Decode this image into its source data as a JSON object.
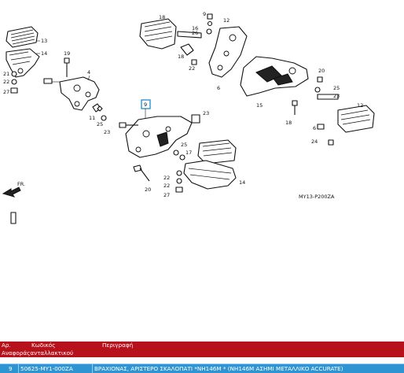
{
  "diagram": {
    "code": "MY13-P200ZA",
    "fr_label": "FR.",
    "callouts": [
      "13",
      "19",
      "21",
      "22",
      "27",
      "4",
      "11",
      "25",
      "23",
      "9",
      "18",
      "12",
      "26",
      "22",
      "18",
      "6",
      "15",
      "20",
      "25",
      "23",
      "17",
      "18",
      "23",
      "12",
      "6",
      "24",
      "22",
      "27",
      "20",
      "14",
      "16"
    ],
    "highlighted_callout": "9"
  },
  "table": {
    "header": {
      "col_no": "Αρ.",
      "col_code": "Κωδικός",
      "col_desc": "Περιγραφή",
      "sub_label": "Αναφοράςανταλλακτικού"
    },
    "rows": [
      {
        "no": "9",
        "code": "50625-MY1-000ZA",
        "description": "ΒΡΑΧΙΟΝΑΣ, ΑΡΙΣΤΕΡΟ ΣΚΑΛΟΠΑΤΙ *NH146M * (NH146M ΑΣΗΜΙ ΜΕΤΑΛΛΙΚΟ ACCURATE)"
      }
    ]
  },
  "colors": {
    "header_bg": "#b7111b",
    "row_bg": "#2f95d2",
    "highlight_box": "#2f95d2"
  }
}
